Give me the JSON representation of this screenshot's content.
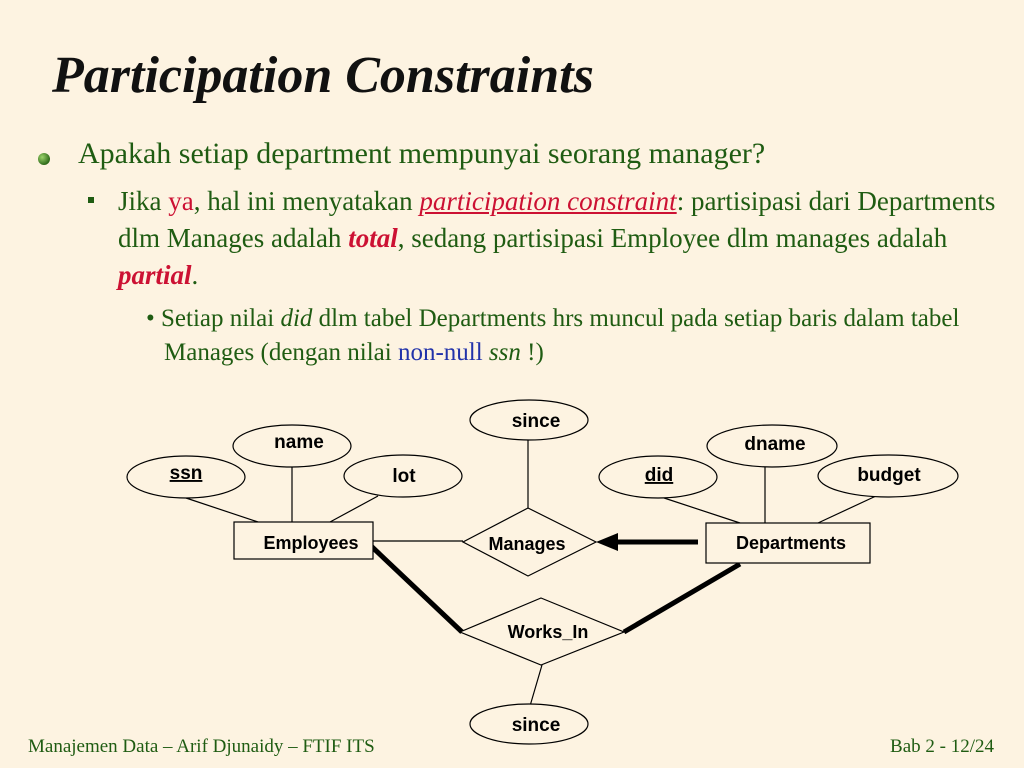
{
  "title": "Participation Constraints",
  "bullet1": "Apakah setiap department mempunyai seorang manager?",
  "bullet2": {
    "p1": "Jika ",
    "ya": "ya",
    "p2": ", hal ini menyatakan ",
    "term": "participation constraint",
    "p3": ":  partisipasi dari Departments dlm Manages adalah ",
    "total": "total",
    "p4": ", sedang partisipasi Employee dlm manages adalah ",
    "partial": "partial",
    "p5": "."
  },
  "bullet3": {
    "p1": "• Setiap nilai ",
    "did": "did",
    "p2": " dlm tabel Departments hrs muncul pada setiap baris dalam tabel Manages (dengan nilai ",
    "nonnull": "non-null",
    "sp": " ",
    "ssn": "ssn",
    "p3": " !)"
  },
  "diagram": {
    "entities": {
      "employees": "Employees",
      "departments": "Departments"
    },
    "relationships": {
      "manages": "Manages",
      "works_in": "Works_In"
    },
    "attributes": {
      "ssn": "ssn",
      "name": "name",
      "lot": "lot",
      "since_top": "since",
      "since_bottom": "since",
      "did": "did",
      "dname": "dname",
      "budget": "budget"
    }
  },
  "footer": {
    "left": "Manajemen Data – Arif Djunaidy – FTIF ITS",
    "right": "Bab 2 - 12/24"
  },
  "colors": {
    "background": "#fdf3e1",
    "text_green": "#1f5c12",
    "accent_red": "#cc1133",
    "accent_blue": "#2233aa"
  }
}
